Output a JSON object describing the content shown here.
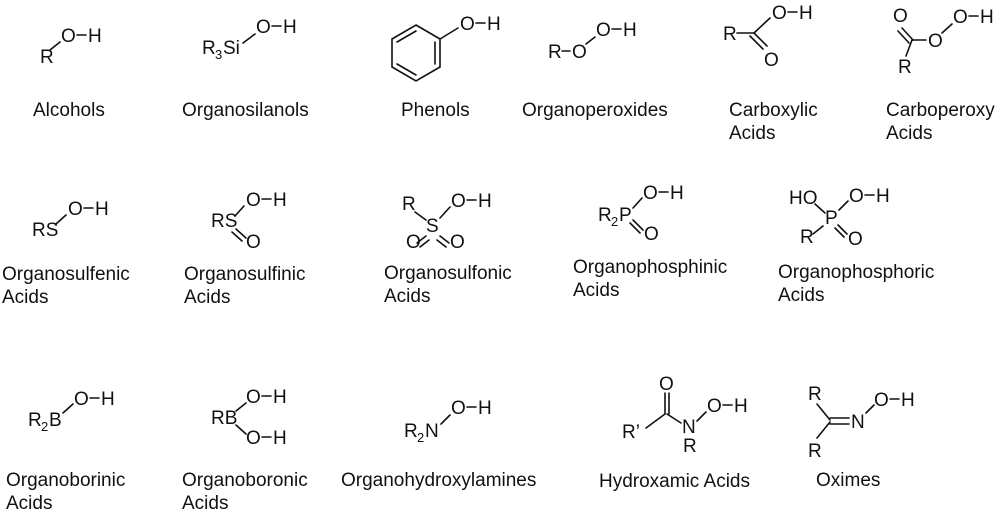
{
  "figure": {
    "groups": [
      {
        "id": "alcohols",
        "caption": [
          "Alcohols"
        ]
      },
      {
        "id": "organosilanols",
        "caption": [
          "Organosilanols"
        ]
      },
      {
        "id": "phenols",
        "caption": [
          "Phenols"
        ]
      },
      {
        "id": "organoperoxides",
        "caption": [
          "Organoperoxides"
        ]
      },
      {
        "id": "carboxylic-acids",
        "caption": [
          "Carboxylic",
          "Acids"
        ]
      },
      {
        "id": "carboperoxy-acids",
        "caption": [
          "Carboperoxy",
          "Acids"
        ]
      },
      {
        "id": "organosulfenic-acids",
        "caption": [
          "Organosulfenic",
          "Acids"
        ]
      },
      {
        "id": "organosulfinic-acids",
        "caption": [
          "Organosulfinic",
          "Acids"
        ]
      },
      {
        "id": "organosulfonic-acids",
        "caption": [
          "Organosulfonic",
          "Acids"
        ]
      },
      {
        "id": "organophosphinic-acids",
        "caption": [
          "Organophosphinic",
          "Acids"
        ]
      },
      {
        "id": "organophosphoric-acids",
        "caption": [
          "Organophosphoric",
          "Acids"
        ]
      },
      {
        "id": "organoborinic-acids",
        "caption": [
          "Organoborinic",
          "Acids"
        ]
      },
      {
        "id": "organoboronic-acids",
        "caption": [
          "Organoboronic",
          "Acids"
        ]
      },
      {
        "id": "organohydroxylamines",
        "caption": [
          "Organohydroxylamines"
        ]
      },
      {
        "id": "hydroxamic-acids",
        "caption": [
          "Hydroxamic Acids"
        ]
      },
      {
        "id": "oximes",
        "caption": [
          "Oximes"
        ]
      }
    ],
    "atoms": {
      "O": "O",
      "H": "H",
      "R": "R",
      "R3": "R",
      "Si": "Si",
      "S": "S",
      "RS": "RS",
      "P": "P",
      "R2": "R",
      "B": "B",
      "R2B_R": "R",
      "RB": "RB",
      "N": "N",
      "HO": "HO",
      "Rprime": "R’",
      "dash": "–",
      "sub3": "3",
      "sub2": "2"
    }
  }
}
